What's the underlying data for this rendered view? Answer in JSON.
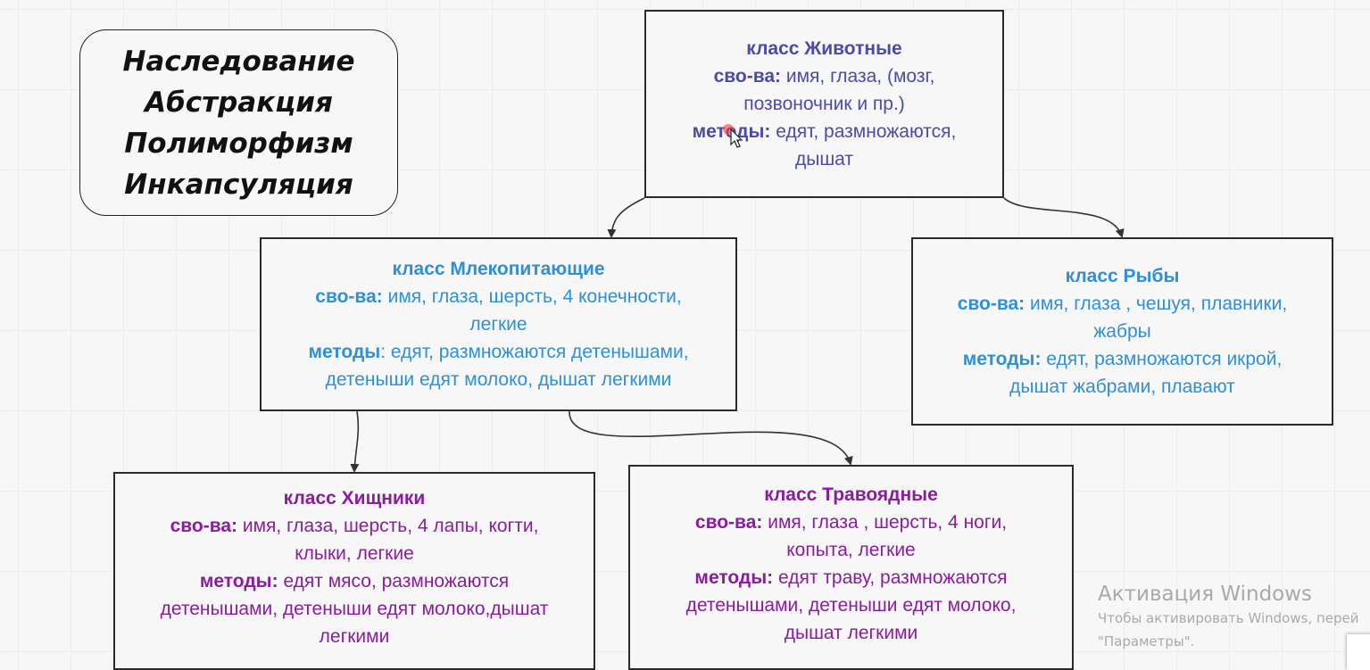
{
  "pillars": [
    "Наследование",
    "Абстракция",
    "Полиморфизм",
    "Инкапсуляция"
  ],
  "classes": {
    "animals": {
      "title": "класс Животные",
      "props_label": "сво-ва:",
      "props": " имя, глаза, (мозг,",
      "props_cont": "позвоночник и пр.)",
      "methods_label": "методы:",
      "methods": " едят, размножаются,",
      "methods_cont": "дышат",
      "color": "#4b4ba8"
    },
    "mammals": {
      "title": "класс Млекопитающие",
      "props_label": "сво-ва:",
      "props": "  имя, глаза, шерсть, 4 конечности,",
      "props_cont": "легкие",
      "methods_label": "методы",
      "methods": ": едят, размножаются детенышами,",
      "methods_cont": "детеныши едят молоко, дышат легкими",
      "color": "#2f8fd8"
    },
    "fish": {
      "title": "класс Рыбы",
      "props_label": "сво-ва:",
      "props": "  имя, глаза , чешуя, плавники,",
      "props_cont": "жабры",
      "methods_label": "методы:",
      "methods": " едят, размножаются икрой,",
      "methods_cont": "дышат жабрами, плавают",
      "color": "#2f8fd8"
    },
    "predators": {
      "title": "класс Хищники",
      "props_label": "сво-ва:",
      "props": "  имя, глаза, шерсть,  4 лапы, когти,",
      "props_cont": "клыки, легкие",
      "methods_label": "методы:",
      "methods": " едят мясо, размножаются",
      "methods_cont": "детенышами, детеныши едят молоко,дышат",
      "methods_cont2": "легкими",
      "color": "#8a1c9e"
    },
    "herbivores": {
      "title": "класс Травоядные",
      "props_label": "сво-ва:",
      "props": "  имя, глаза , шерсть,  4 ноги,",
      "props_cont": "копыта, легкие",
      "methods_label": "методы:",
      "methods": " едят траву, размножаются",
      "methods_cont": "детенышами, детеныши едят молоко,",
      "methods_cont2": "дышат легкими",
      "color": "#8a1c9e"
    }
  },
  "watermark": {
    "title": "Активация Windows",
    "line1": "Чтобы активировать Windows, перей",
    "line2": "\"Параметры\"."
  }
}
